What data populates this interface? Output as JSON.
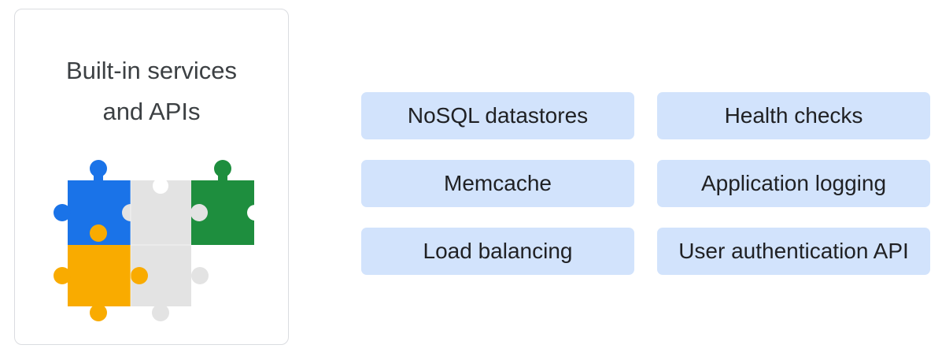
{
  "card": {
    "title_line1": "Built-in services",
    "title_line2": "and APIs",
    "icon": "puzzle-pieces-icon"
  },
  "services": [
    "NoSQL datastores",
    "Health checks",
    "Memcache",
    "Application logging",
    "Load balancing",
    "User authentication API"
  ],
  "colors": {
    "pill_background": "#d2e3fc",
    "puzzle_blue": "#1a73e8",
    "puzzle_green": "#1e8e3e",
    "puzzle_yellow": "#f9ab00",
    "puzzle_gray": "#e3e3e3",
    "card_border": "#dadce0"
  }
}
